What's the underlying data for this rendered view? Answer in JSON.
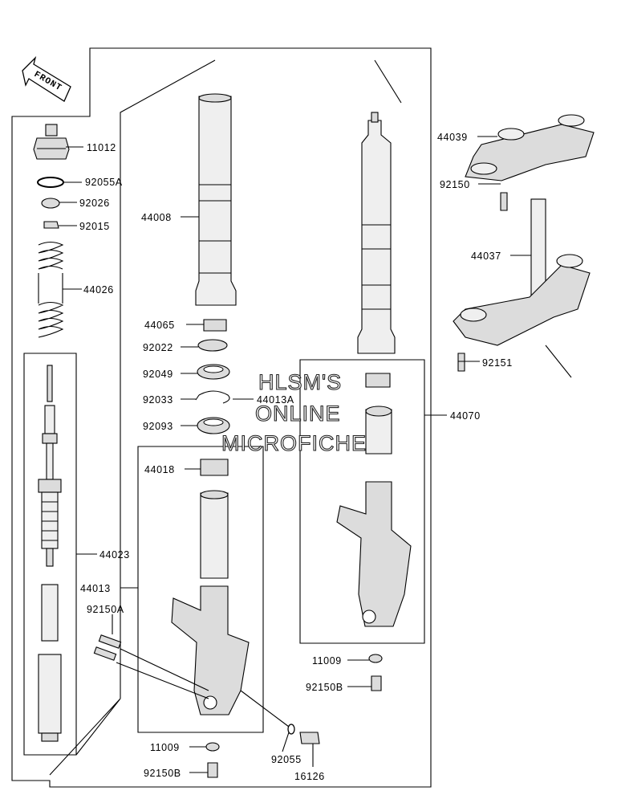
{
  "front_label": "FRONT",
  "watermark": [
    "HLSM'S",
    "ONLINE",
    "MICROFICHE"
  ],
  "parts": [
    {
      "id": "11012"
    },
    {
      "id": "92055A"
    },
    {
      "id": "92026"
    },
    {
      "id": "92015"
    },
    {
      "id": "44026"
    },
    {
      "id": "44023"
    },
    {
      "id": "44008"
    },
    {
      "id": "44065"
    },
    {
      "id": "92022"
    },
    {
      "id": "92049"
    },
    {
      "id": "92033"
    },
    {
      "id": "44013A"
    },
    {
      "id": "92093"
    },
    {
      "id": "44018"
    },
    {
      "id": "44013"
    },
    {
      "id": "92150A"
    },
    {
      "id": "11009"
    },
    {
      "id": "92150B"
    },
    {
      "id": "92055"
    },
    {
      "id": "16126"
    },
    {
      "id": "11009"
    },
    {
      "id": "92150B"
    },
    {
      "id": "44070"
    },
    {
      "id": "44039"
    },
    {
      "id": "92150"
    },
    {
      "id": "44037"
    },
    {
      "id": "92151"
    }
  ]
}
